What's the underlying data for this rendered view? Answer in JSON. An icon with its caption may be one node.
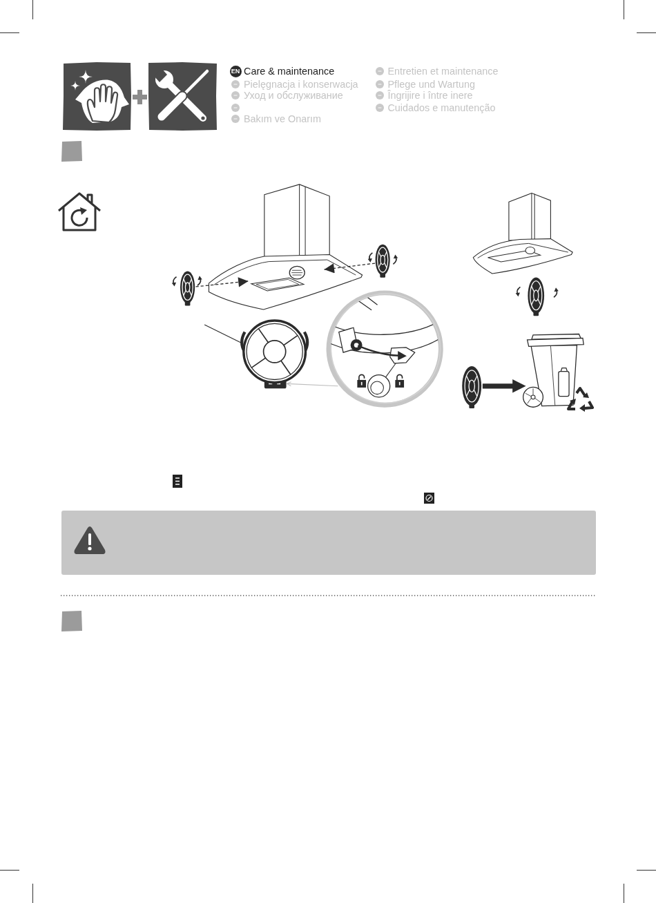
{
  "diagram": {
    "nodes": [
      {
        "text": [],
        "shape": "picture"
      },
      {
        "text": [],
        "shape": "picture"
      },
      {
        "text": [],
        "shape": "picture"
      },
      {
        "text": [],
        "shape": "picture"
      },
      {
        "text": [],
        "shape": "circle"
      },
      {
        "text": [],
        "shape": "picture"
      },
      {
        "text": [],
        "shape": "picture"
      }
    ],
    "edges": [
      {
        "from": 1,
        "to": 0,
        "arrow": "to",
        "style": "dashed"
      },
      {
        "from": 2,
        "to": 0,
        "arrow": "to",
        "style": "dashed"
      },
      {
        "from": 3,
        "to": null,
        "arrow": "none"
      },
      {
        "from": 4,
        "to": 3,
        "arrow": "to",
        "color": "#bdbdbd"
      },
      {
        "from": 5,
        "to": 6,
        "arrow": "to",
        "style": "thick"
      }
    ],
    "labels": [
      "EN",
      "Care & maintenance",
      "Pielęgnacja i konserwacja",
      "Уход и обслуживание",
      "Bakım ve Onarım",
      "Entretien et maintenance",
      "Pflege und Wartung",
      "Îngrijire i între inere",
      "Cuidados e manutenção"
    ]
  }
}
